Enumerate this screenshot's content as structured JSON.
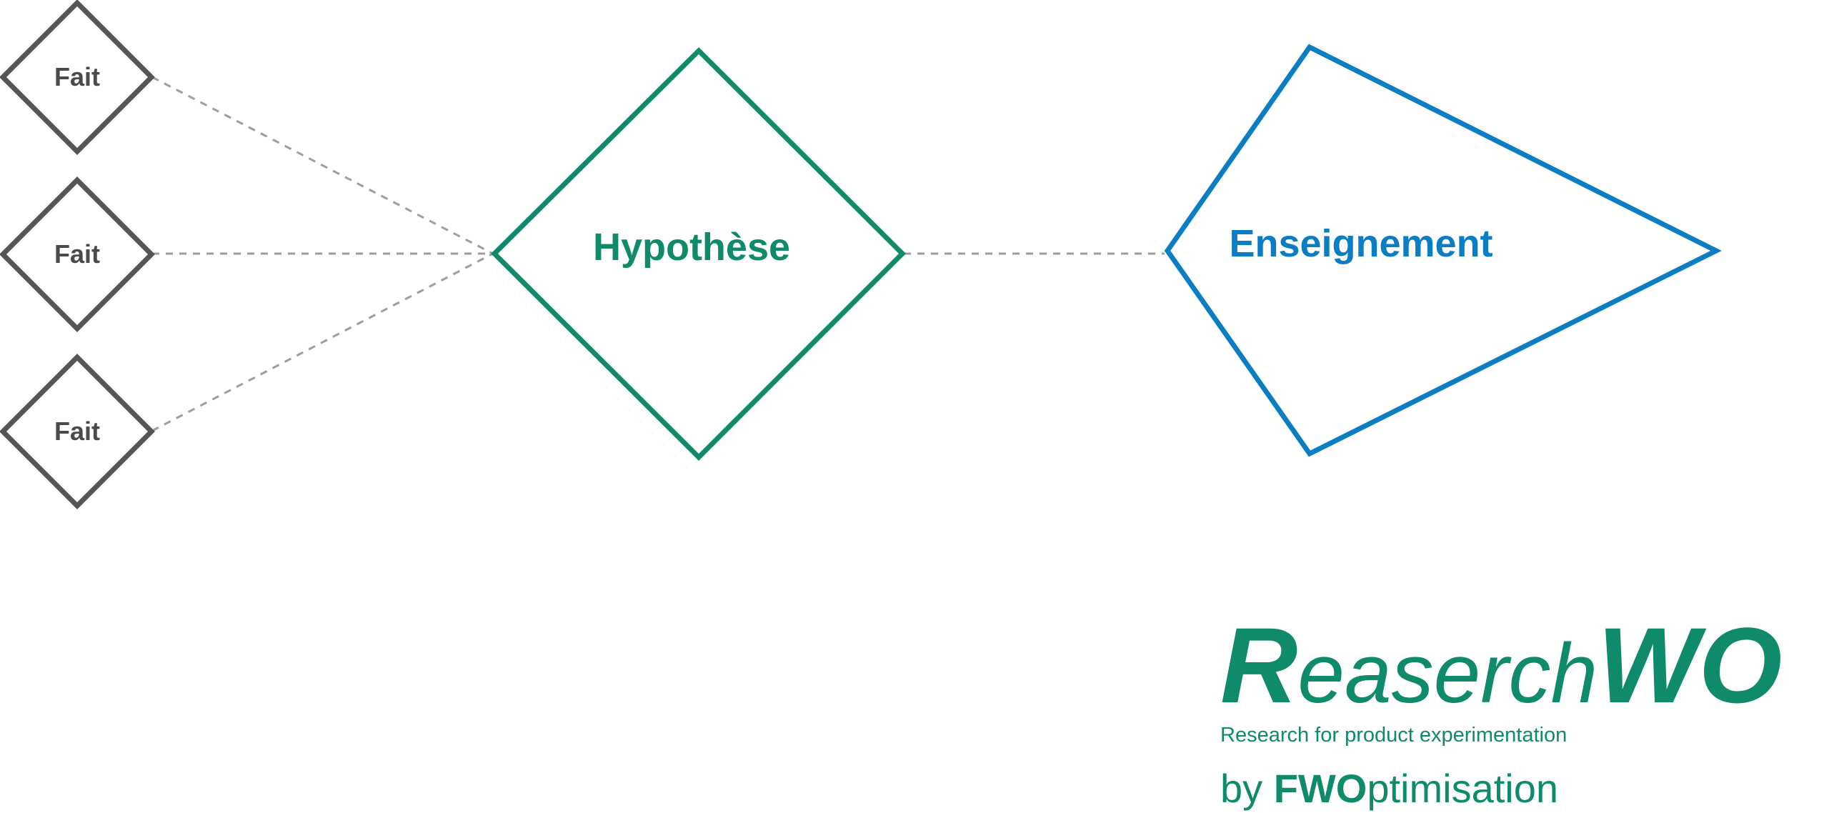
{
  "diagram": {
    "facts": [
      {
        "label": "Fait"
      },
      {
        "label": "Fait"
      },
      {
        "label": "Fait"
      }
    ],
    "hypothesis": {
      "label": "Hypothèse"
    },
    "lesson": {
      "label": "Enseignement"
    }
  },
  "brand": {
    "logo_initial": "R",
    "logo_middle": "easerch",
    "logo_end": "WO",
    "tagline": "Research for product experimentation",
    "by_prefix": "by ",
    "by_bold": "FWO",
    "by_rest": "ptimisation"
  },
  "colors": {
    "fact": "#555555",
    "hypothesis": "#0f8a6a",
    "lesson": "#0b7dc3",
    "connector": "#9e9e9e",
    "brand": "#0f8a6a"
  }
}
